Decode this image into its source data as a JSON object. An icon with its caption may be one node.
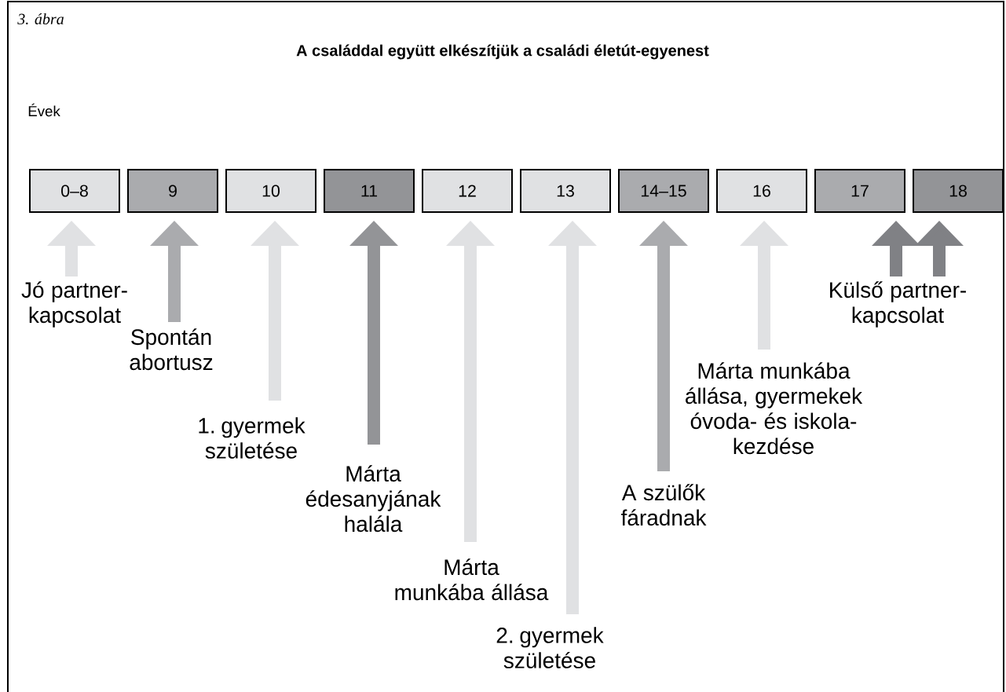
{
  "diagram": {
    "title": "A családdal együtt elkészítjük a családi életút-egyenest",
    "nodes": [
      {
        "text": [
          "0–8"
        ]
      },
      {
        "text": [
          "9"
        ]
      },
      {
        "text": [
          "10"
        ]
      },
      {
        "text": [
          "11"
        ]
      },
      {
        "text": [
          "12"
        ]
      },
      {
        "text": [
          "13"
        ]
      },
      {
        "text": [
          "14–15"
        ]
      },
      {
        "text": [
          "16"
        ]
      },
      {
        "text": [
          "17"
        ]
      },
      {
        "text": [
          "18"
        ]
      },
      {
        "text": [
          "Jó partner- kapcsolat"
        ]
      },
      {
        "text": [
          "Spontán abortusz"
        ]
      },
      {
        "text": [
          "1. gyermek születése"
        ]
      },
      {
        "text": [
          "Márta édesanyjának halála"
        ]
      },
      {
        "text": [
          "Márta munkába állása"
        ]
      },
      {
        "text": [
          "2. gyermek születése"
        ]
      },
      {
        "text": [
          "A szülők fáradnak"
        ]
      },
      {
        "text": [
          "Márta munkába állása, gyermekek óvoda- és iskola- kezdése"
        ]
      },
      {
        "text": [
          "Külső partner- kapcsolat"
        ]
      }
    ],
    "edges": [
      {
        "from": 10,
        "to": 0,
        "arrow": "to"
      },
      {
        "from": 11,
        "to": 1,
        "arrow": "to",
        "color": "#aaabae"
      },
      {
        "from": 12,
        "to": 2,
        "arrow": "to"
      },
      {
        "from": 13,
        "to": 3,
        "arrow": "to",
        "color": "#939497"
      },
      {
        "from": 14,
        "to": 4,
        "arrow": "to"
      },
      {
        "from": 15,
        "to": 5,
        "arrow": "to"
      },
      {
        "from": 16,
        "to": 6,
        "arrow": "to",
        "color": "#aaabae"
      },
      {
        "from": 17,
        "to": 7,
        "arrow": "to"
      },
      {
        "from": 18,
        "to": 8,
        "arrow": "to",
        "color": "#808185"
      },
      {
        "from": 18,
        "to": 9,
        "arrow": "to",
        "color": "#808185"
      }
    ],
    "labels": [
      "3. ábra",
      "Évek"
    ]
  }
}
